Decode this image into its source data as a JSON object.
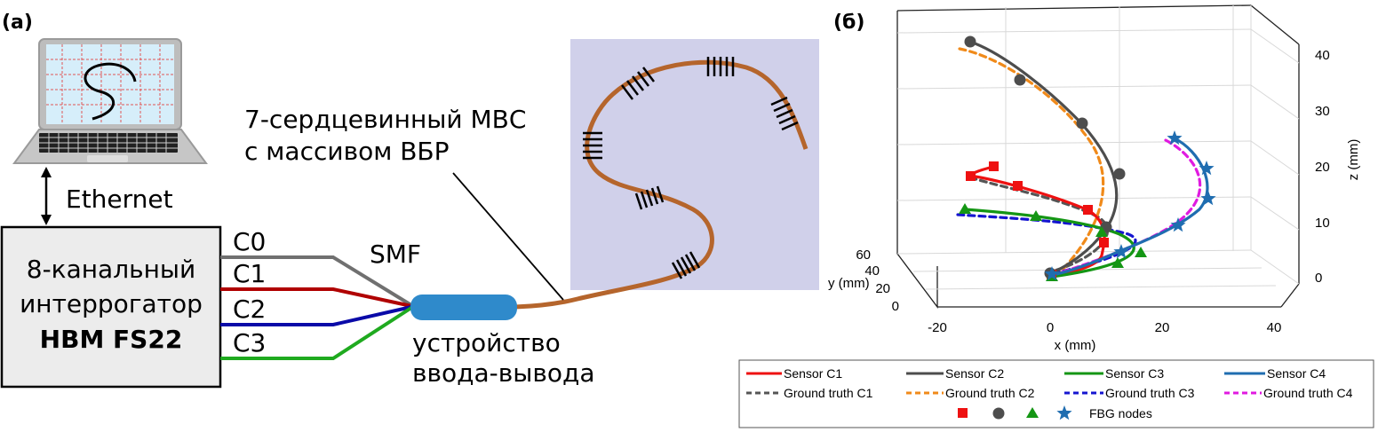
{
  "panel_a": {
    "label": "(а)",
    "ethernet_label": "Ethernet",
    "interrogator": {
      "line1": "8-канальный",
      "line2": "интеррогатор",
      "line3": "HBM FS22"
    },
    "channels": [
      "C0",
      "C1",
      "C2",
      "C3"
    ],
    "channel_colors": [
      "#707070",
      "#b00000",
      "#0a0aa8",
      "#1faa1f"
    ],
    "smf_label": "SMF",
    "fanout_label": {
      "line1": "устройство",
      "line2": "ввода-вывода"
    },
    "fiber_label": {
      "line1": "7-сердцевинный МВС",
      "line2": "с массивом ВБР"
    },
    "colors": {
      "fiber": "#b5652c",
      "fanout": "#2f8acb",
      "shape_bg": "#d0d0ea",
      "box_bg": "#ececec"
    }
  },
  "panel_b": {
    "label": "(б)",
    "x_axis": {
      "label": "x (mm)",
      "ticks": [
        "-20",
        "0",
        "20",
        "40"
      ]
    },
    "y_axis": {
      "label": "y (mm)",
      "ticks": [
        "0",
        "20",
        "40",
        "60"
      ]
    },
    "z_axis": {
      "label": "z (mm)",
      "ticks": [
        "0",
        "10",
        "20",
        "30",
        "40"
      ]
    },
    "legend": {
      "sensor": [
        "Sensor C1",
        "Sensor C2",
        "Sensor C3",
        "Sensor C4"
      ],
      "truth": [
        "Ground truth C1",
        "Ground truth C2",
        "Ground truth C3",
        "Ground truth C4"
      ],
      "nodes_label": "FBG nodes"
    },
    "colors": {
      "sensor": [
        "#ee1111",
        "#4d4d4d",
        "#149614",
        "#1f6db0"
      ],
      "truth": [
        "#555555",
        "#f08a1a",
        "#1515d0",
        "#e01ae0"
      ],
      "nodes": [
        "#ee1111",
        "#4d4d4d",
        "#149614",
        "#1f6db0"
      ]
    },
    "markers": [
      "square",
      "circle",
      "triangle",
      "star"
    ]
  }
}
